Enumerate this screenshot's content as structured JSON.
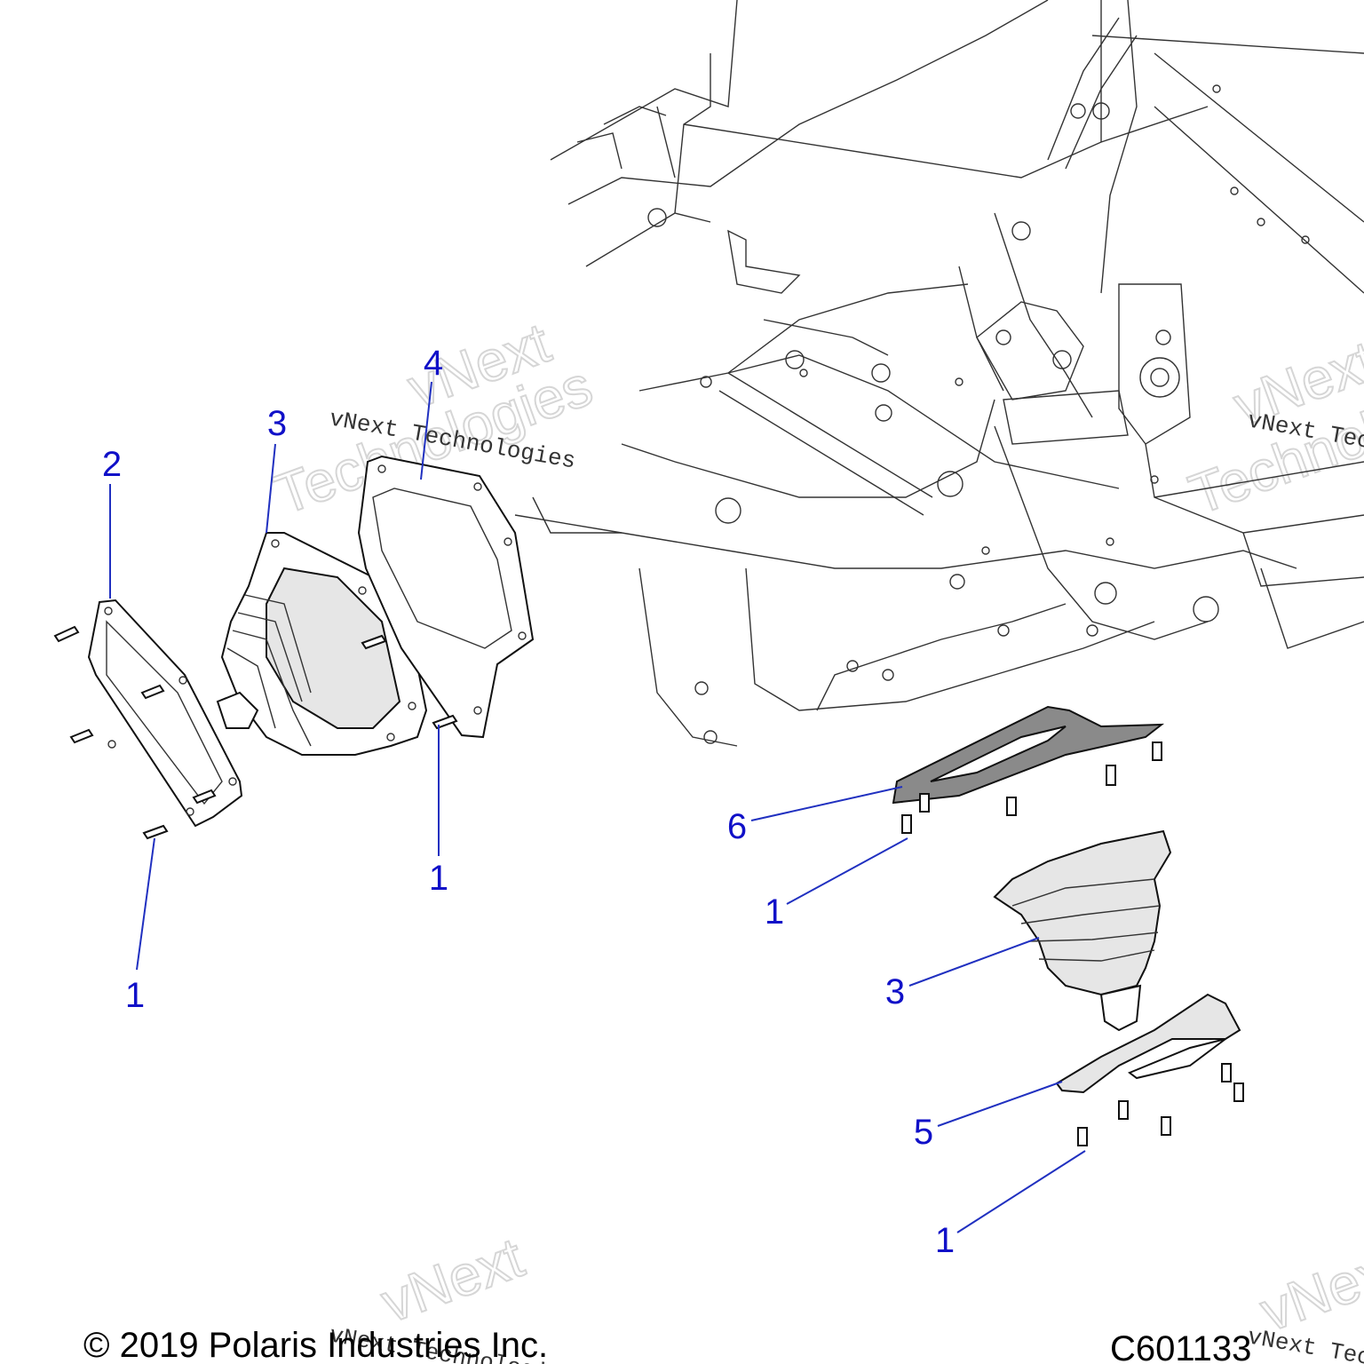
{
  "callouts": [
    {
      "id": "c2",
      "label": "2"
    },
    {
      "id": "c3a",
      "label": "3"
    },
    {
      "id": "c4",
      "label": "4"
    },
    {
      "id": "c1a",
      "label": "1"
    },
    {
      "id": "c1b",
      "label": "1"
    },
    {
      "id": "c6",
      "label": "6"
    },
    {
      "id": "c1c",
      "label": "1"
    },
    {
      "id": "c3b",
      "label": "3"
    },
    {
      "id": "c5",
      "label": "5"
    },
    {
      "id": "c1d",
      "label": "1"
    }
  ],
  "watermarks": {
    "brand_line": "vNext Technologies",
    "brand_word1": "vNext",
    "brand_word2": "Technologies"
  },
  "footer": {
    "copyright": "© 2019 Polaris Industries Inc.",
    "diagram_code": "C601133"
  },
  "colors": {
    "callout": "#1010c8",
    "line": "#111111"
  }
}
